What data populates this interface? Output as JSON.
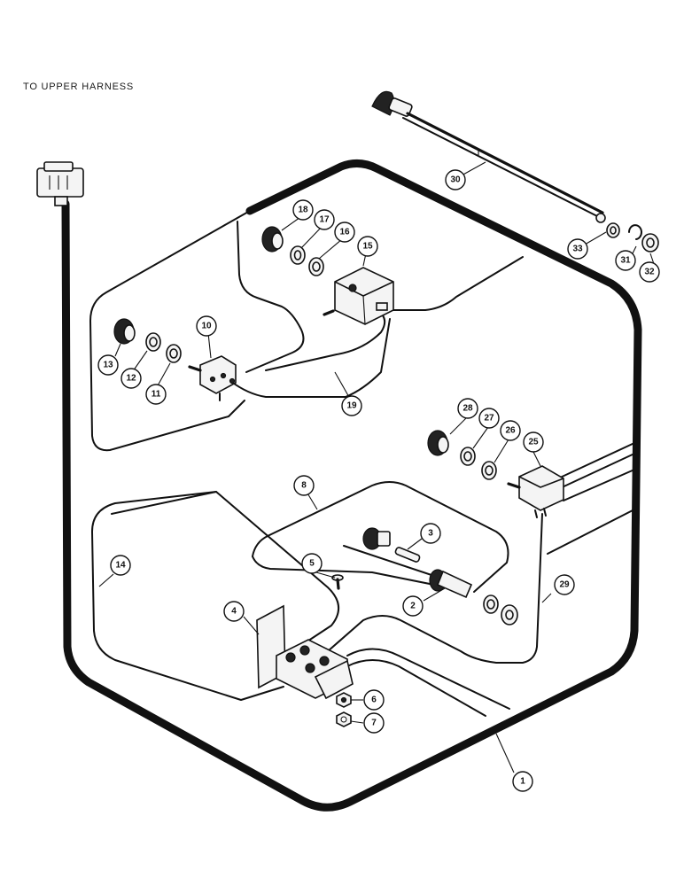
{
  "caption": "TO UPPER HARNESS",
  "callouts": [
    "1",
    "2",
    "3",
    "4",
    "5",
    "6",
    "7",
    "8",
    "10",
    "11",
    "12",
    "13",
    "14",
    "15",
    "16",
    "17",
    "18",
    "19",
    "25",
    "26",
    "27",
    "28",
    "29",
    "30",
    "31",
    "32",
    "33"
  ]
}
